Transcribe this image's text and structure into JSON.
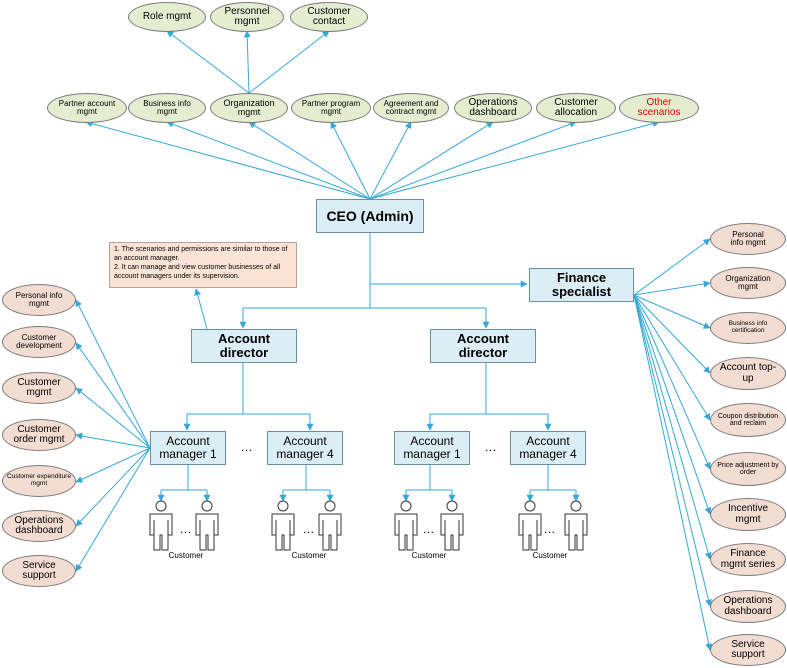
{
  "ceo": {
    "label": "CEO (Admin)"
  },
  "ceo_functions": {
    "top": [
      "Role mgmt",
      "Personnel mgmt",
      "Customer contact"
    ],
    "row": [
      "Partner account mgmt",
      "Business info mgmt",
      "Organization mgmt",
      "Partner program mgmt",
      "Agreement and contract mgmt",
      "Operations dashboard",
      "Customer allocation",
      "Other scenarios"
    ]
  },
  "note": {
    "line1": "1. The scenarios and permissions are similar to those of an account manager.",
    "line2": "2. It can manage and view customer businesses of all account managers under its supervision."
  },
  "finance": {
    "label": "Finance specialist",
    "functions": [
      "Personal info mgmt",
      "Organization mgmt",
      "Business info certification",
      "Account top-up",
      "Coupon distribution and reclaim",
      "Price adjustment by order",
      "Incentive mgmt",
      "Finance mgmt series",
      "Operations dashboard",
      "Service support"
    ]
  },
  "account_directors": [
    "Account director",
    "Account director"
  ],
  "account_managers": [
    "Account manager 1",
    "Account manager 4",
    "Account manager 1",
    "Account manager 4"
  ],
  "ellipsis": "…",
  "customer_label": "Customer",
  "manager_functions": [
    "Personal info mgmt",
    "Customer development",
    "Customer mgmt",
    "Customer order mgmt",
    "Customer expenditure mgmt",
    "Operations dashboard",
    "Service support"
  ],
  "colors": {
    "connector": "#35a8d8",
    "green_oval": "#e4edcf",
    "pink_oval": "#f3dcd1",
    "blue_box": "#dbedf5",
    "note_fill": "#fbe4d6",
    "highlight_text": "#e00000"
  },
  "icons": {
    "customer": "person-icon"
  }
}
